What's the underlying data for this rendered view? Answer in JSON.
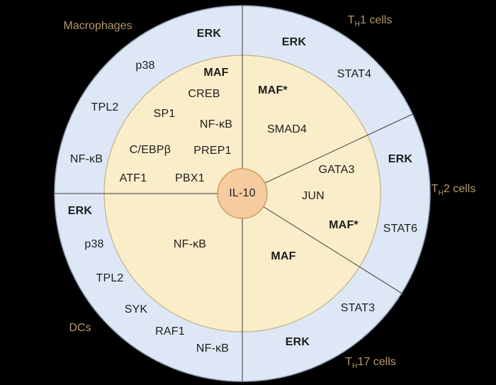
{
  "center_label": "IL-10",
  "colors": {
    "outer_ring": "#dde7f5",
    "inner_ring": "#faedca",
    "center_circle": "#f5cba0",
    "outer_stroke": "#8f9db3",
    "inner_stroke": "#c2b189",
    "center_stroke": "#d49a62",
    "divider_line": "#3a3a3a",
    "cell_label": "#b7996a",
    "factor_text": "#1d1d1b"
  },
  "cell_types": {
    "macrophages": {
      "text": "Macrophages"
    },
    "th1": {
      "pre": "T",
      "sub": "H",
      "post": "1 cells"
    },
    "th2": {
      "pre": "T",
      "sub": "H",
      "post": "2 cells"
    },
    "th17": {
      "pre": "T",
      "sub": "H",
      "post": "17 cells"
    },
    "dcs": {
      "text": "DCs"
    }
  },
  "sectors": {
    "macrophages": {
      "outer": [
        "ERK",
        "p38",
        "TPL2",
        "NF-κB"
      ],
      "inner": [
        "MAF",
        "CREB",
        "SP1",
        "NF-κB",
        "C/EBPβ",
        "PREP1",
        "ATF1",
        "PBX1"
      ]
    },
    "th1": {
      "outer": [
        "ERK",
        "STAT4"
      ],
      "inner": [
        "MAF*",
        "SMAD4"
      ]
    },
    "th2": {
      "outer": [
        "ERK",
        "STAT6"
      ],
      "inner": [
        "GATA3",
        "JUN",
        "MAF*"
      ]
    },
    "th17": {
      "outer": [
        "STAT3",
        "ERK"
      ],
      "inner": [
        "MAF"
      ]
    },
    "dcs": {
      "outer": [
        "ERK",
        "p38",
        "TPL2",
        "SYK",
        "RAF1",
        "NF-κB"
      ],
      "inner": [
        "NF-κB"
      ]
    }
  }
}
